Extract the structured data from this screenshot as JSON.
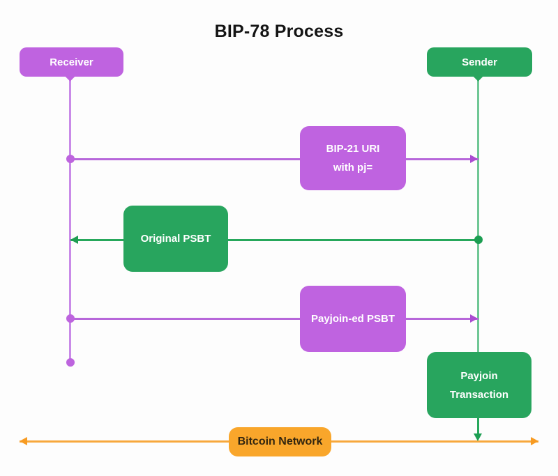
{
  "diagram": {
    "title": "BIP-78 Process",
    "actors": {
      "receiver": {
        "label": "Receiver"
      },
      "sender": {
        "label": "Sender"
      }
    },
    "messages": {
      "bip21": {
        "line1": "BIP-21 URI",
        "line2": "with pj=",
        "from": "Receiver",
        "to": "Sender",
        "direction": "right"
      },
      "original_psbt": {
        "label": "Original PSBT",
        "from": "Sender",
        "to": "Receiver",
        "direction": "left"
      },
      "payjoined_psbt": {
        "label": "Payjoin-ed PSBT",
        "from": "Receiver",
        "to": "Sender",
        "direction": "right"
      }
    },
    "nodes": {
      "payjoin_transaction": {
        "line1": "Payjoin",
        "line2": "Transaction"
      },
      "bitcoin_network": {
        "label": "Bitcoin Network"
      }
    },
    "colors": {
      "purple": "#bf63e0",
      "purple_line": "#b767da",
      "purple_lifeline": "#c98ae8",
      "green": "#28a55e",
      "green_line": "#27a85c",
      "green_lifeline": "#6fc795",
      "orange": "#f9a62b",
      "orange_line": "#f7a83c",
      "title_text": "#141414",
      "box_text": "#ffffff",
      "network_text": "#33260f",
      "background": "#fdfdfd"
    }
  }
}
